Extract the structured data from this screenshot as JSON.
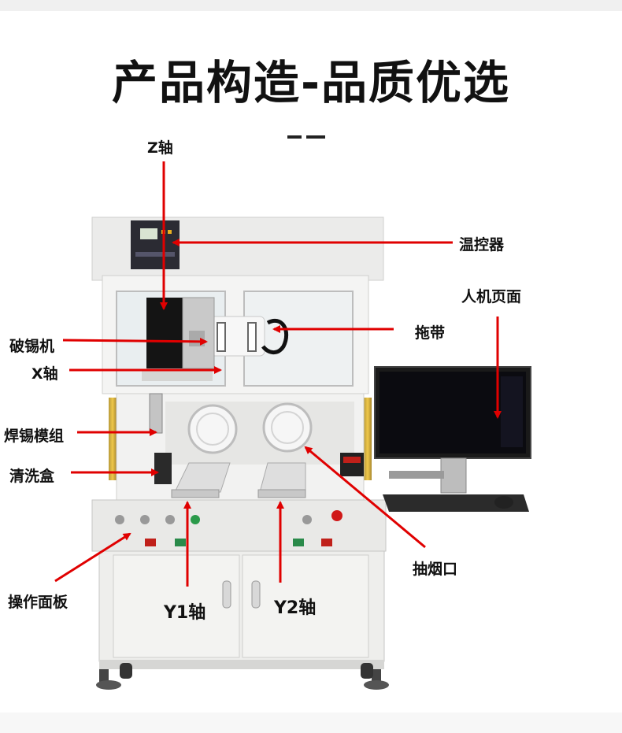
{
  "title": "产品构造-品质优选",
  "labels": {
    "z_axis": "Z轴",
    "temp_controller": "温控器",
    "hmi": "人机页面",
    "tin_breaker": "破锡机",
    "drag_chain": "拖带",
    "x_axis": "X轴",
    "solder_module": "焊锡模组",
    "cleaning_box": "清洗盒",
    "smoke_outlet": "抽烟口",
    "control_panel": "操作面板",
    "y1_axis": "Y1轴",
    "y2_axis": "Y2轴"
  },
  "colors": {
    "arrow": "#e00000",
    "text": "#111111",
    "frame": "#e8e8e6",
    "panel": "#dcdcda",
    "screen": "#0b0b10"
  }
}
